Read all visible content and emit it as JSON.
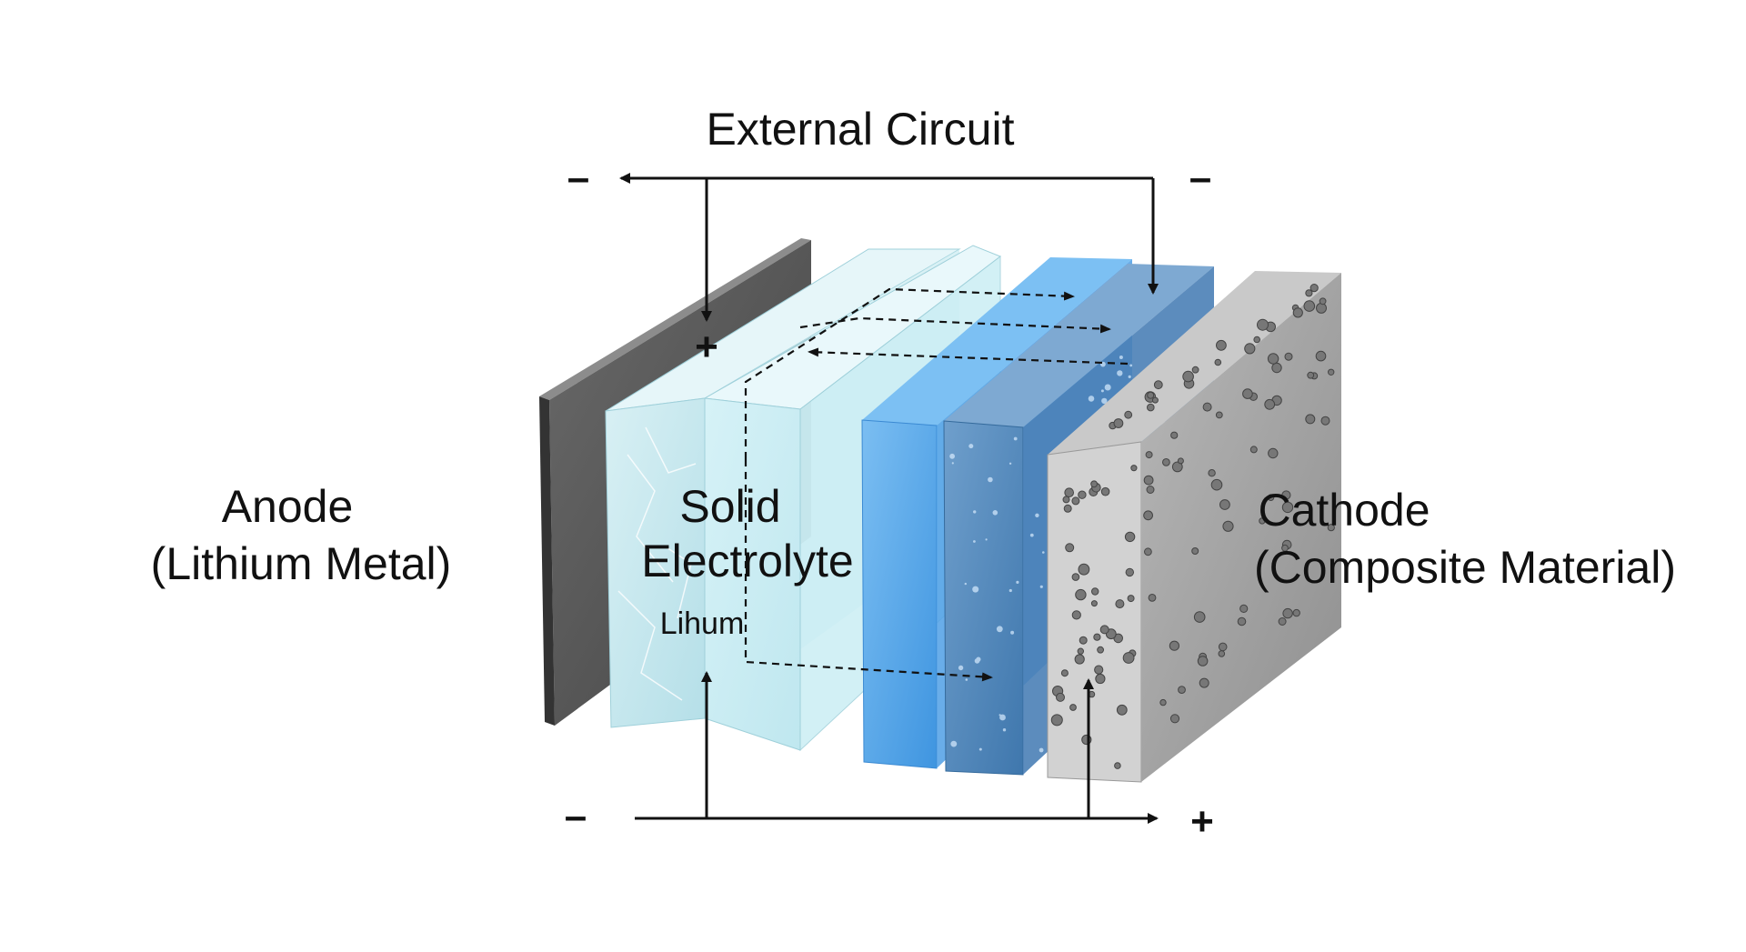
{
  "labels": {
    "external_circuit": "External Circuit",
    "anode": "Anode",
    "anode_material": "(Lithium Metal)",
    "solid": "Solid",
    "electrolyte": "Electrolyte",
    "lithium": "Lihum",
    "cathode": "Cathode",
    "cathode_material": "(Composite Material)"
  },
  "signs": {
    "top_left": "–",
    "top_right": "–",
    "anode_plus": "+",
    "bottom_left": "–",
    "bottom_right": "+"
  },
  "colors": {
    "anode": "#5a5a5a",
    "electrolyte": "#bfe6ee",
    "separator_light": "#4aa3ea",
    "separator_dark": "#4f87bd",
    "cathode": "#a9a9a9",
    "wire": "#111111"
  }
}
